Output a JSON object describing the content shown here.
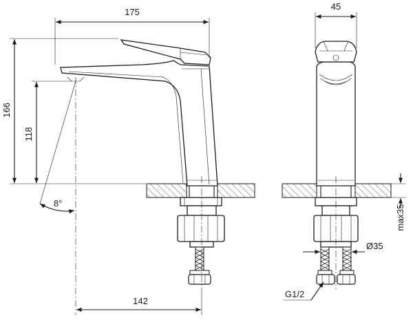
{
  "dimensions": {
    "width_total": "175",
    "height_total": "166",
    "spout_height": "118",
    "spout_angle": "8°",
    "spout_reach": "142",
    "side_width": "45",
    "max_deck": "max35",
    "hole_diameter": "Ø35",
    "thread": "G1/2"
  }
}
